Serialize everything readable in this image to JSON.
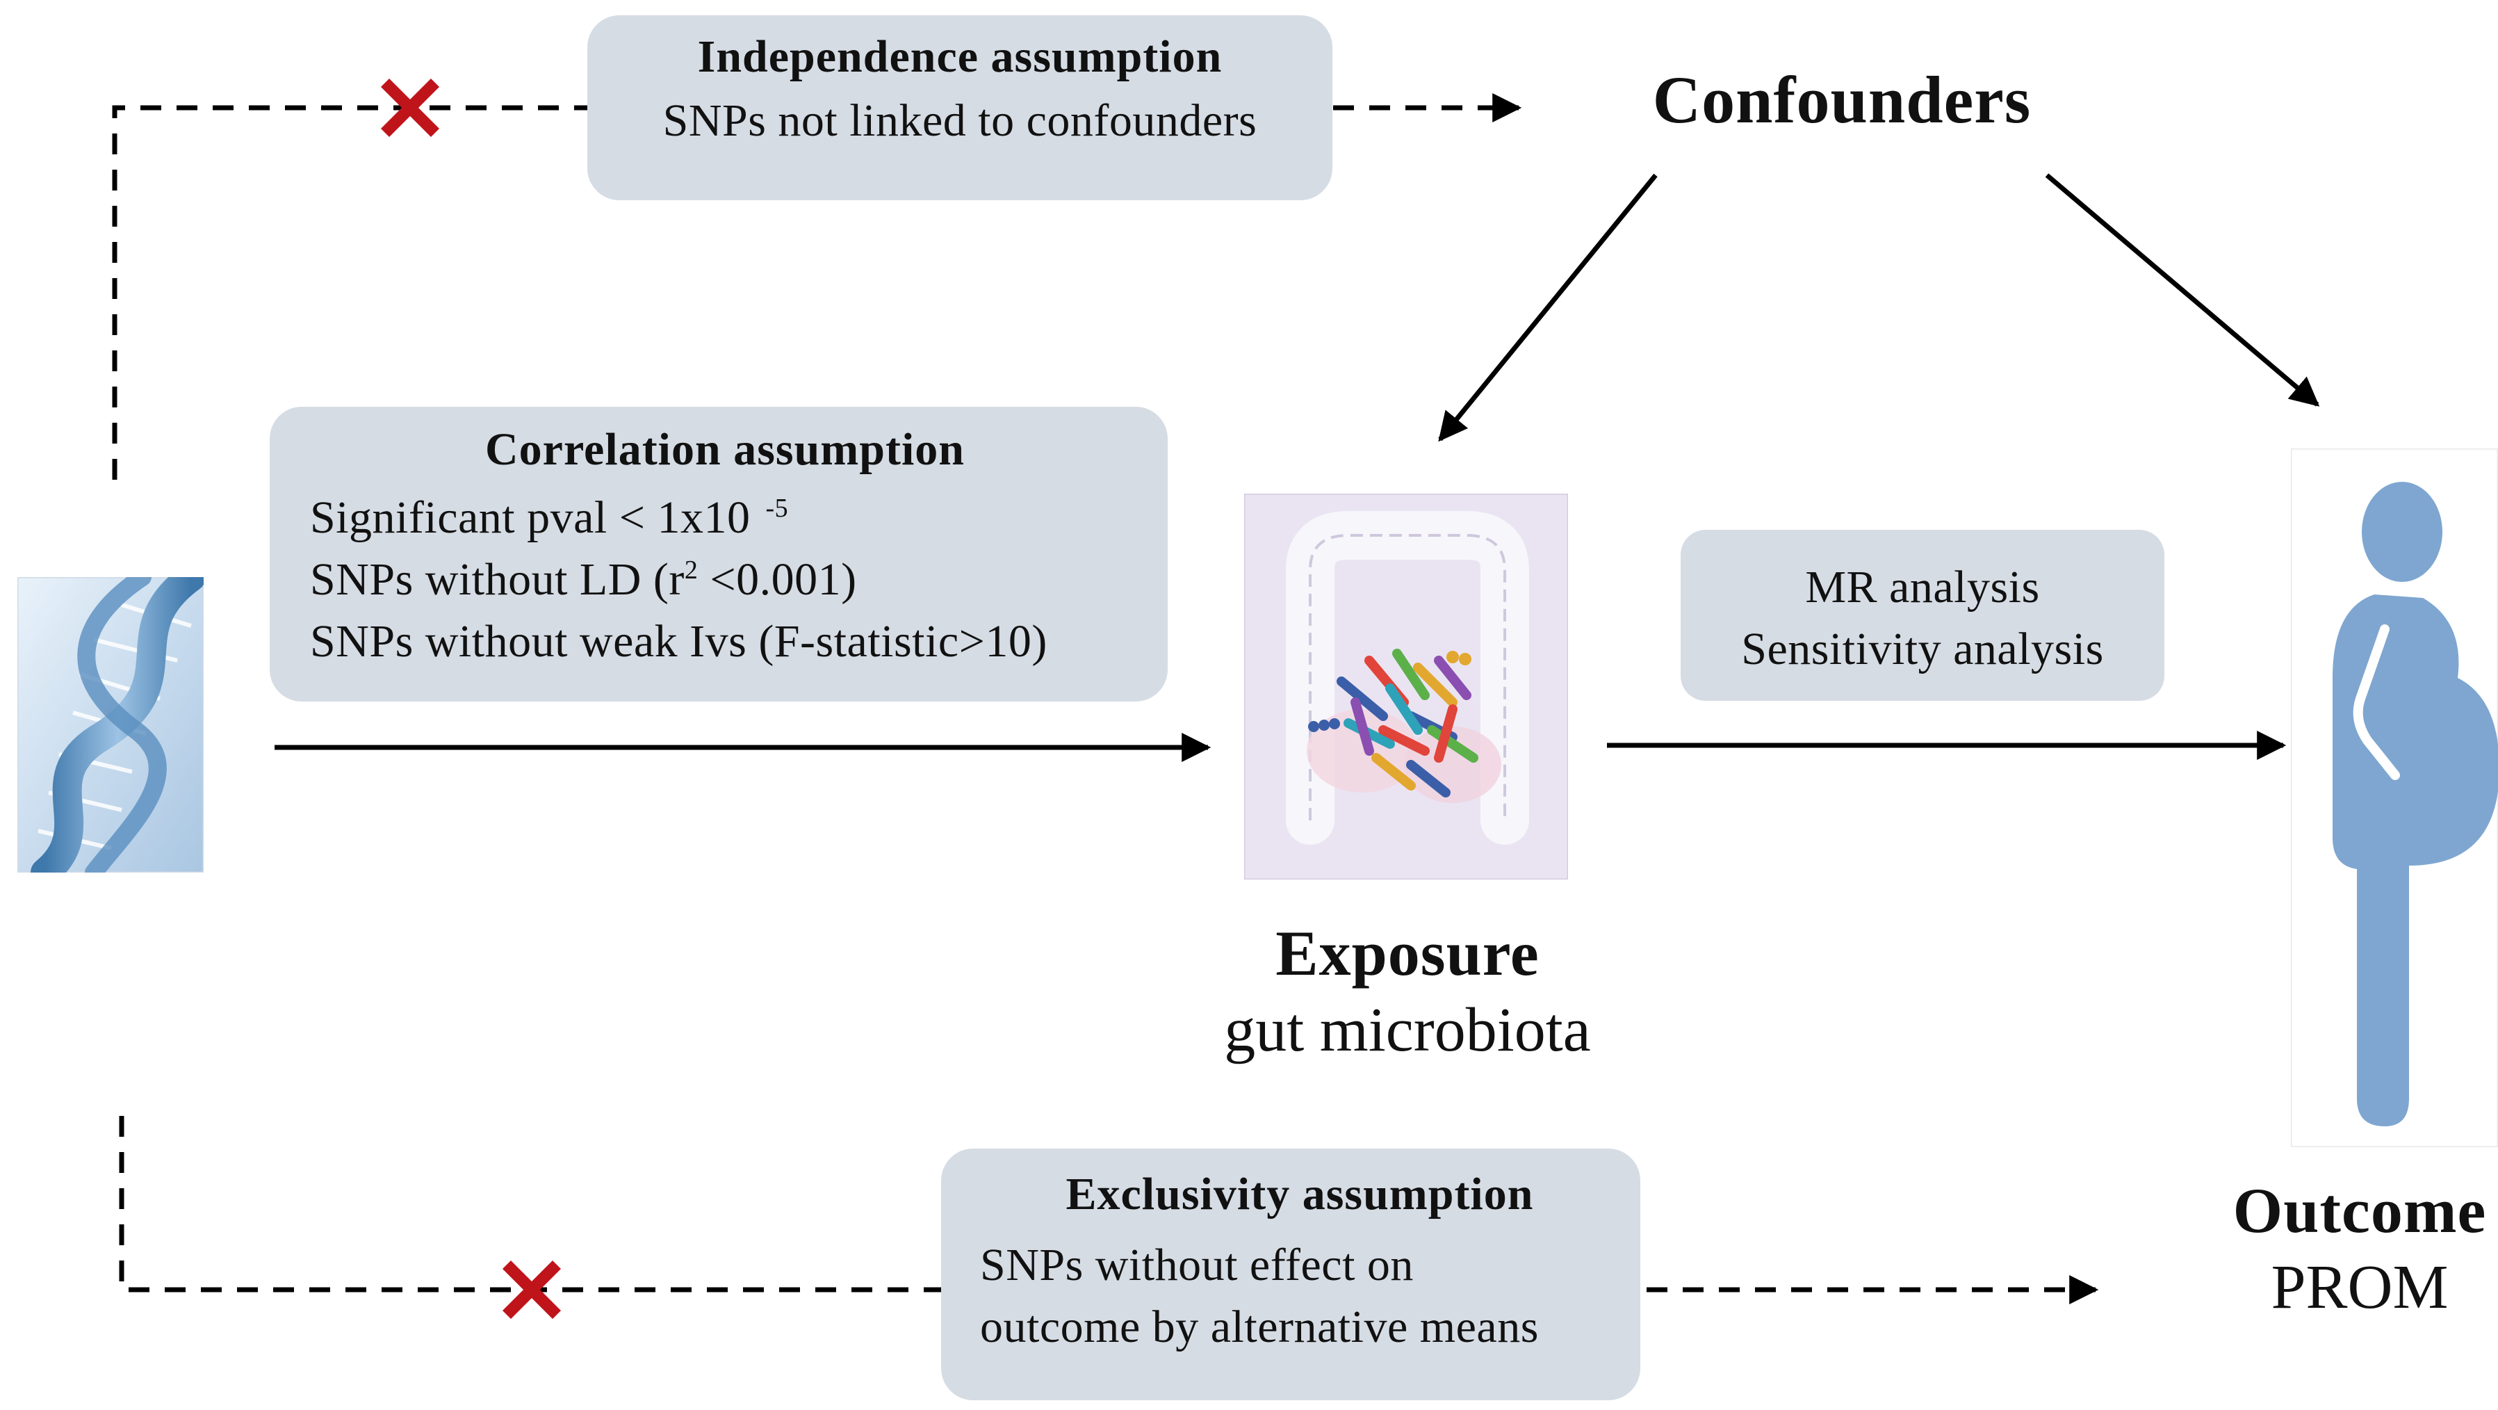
{
  "independence": {
    "title": "Independence assumption",
    "text": "SNPs not linked to confounders"
  },
  "correlation": {
    "title": "Correlation assumption",
    "line1": "Significant pval < 1x10",
    "line1_sup": "-5",
    "line2_a": "SNPs without LD (r",
    "line2_sup": "2",
    "line2_b": " <0.001)",
    "line3": "SNPs without weak Ivs (F-statistic>10)"
  },
  "mr_box": {
    "line1": "MR analysis",
    "line2": "Sensitivity analysis"
  },
  "exclusivity": {
    "title": "Exclusivity assumption",
    "line1": "SNPs without effect on",
    "line2": "outcome by alternative means"
  },
  "confounders": {
    "label": "Confounders"
  },
  "exposure": {
    "label": "Exposure",
    "sublabel": "gut microbiota"
  },
  "outcome": {
    "label": "Outcome",
    "sublabel": "PROM"
  },
  "icons": {
    "dna": "dna-helix-icon",
    "gut": "gut-microbiota-icon",
    "pregnant": "pregnant-woman-icon",
    "violation": "red-cross-icon"
  },
  "colors": {
    "box_fill": "#d6dce4",
    "cross": "#c0141b",
    "pregnant_figure": "#7ea6d0",
    "arrow": "#000000"
  }
}
